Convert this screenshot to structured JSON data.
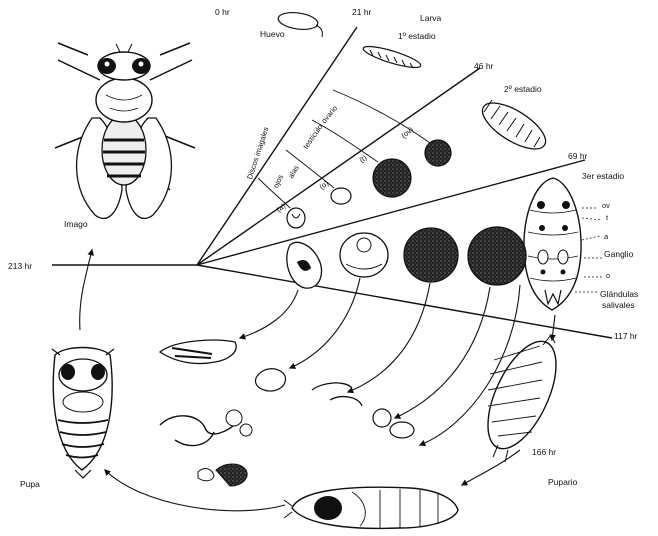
{
  "times": {
    "t0": "0 hr",
    "t21": "21 hr",
    "t46": "46 hr",
    "t69": "69 hr",
    "t117": "117 hr",
    "t166": "166 hr",
    "t213": "213 hr"
  },
  "stages": {
    "huevo": "Huevo",
    "larva": "Larva",
    "estadio1": "1º estadio",
    "estadio2": "2º estadio",
    "estadio3": "3er estadio",
    "imago": "Imago",
    "pupa": "Pupa",
    "pupario": "Pupario"
  },
  "larva_parts": {
    "ov": "ov",
    "t": "t",
    "a": "a",
    "ganglio": "Ganglio",
    "o": "o",
    "glandulas": "Glándulas",
    "salivales": "salivales"
  },
  "rays": {
    "discos": "Discos imagales",
    "ojos": "ojos",
    "alas": "alas",
    "testiculo": "testículo",
    "ovario": "ovario",
    "code_a": "(a)",
    "code_o": "(o)",
    "code_t": "(t)",
    "code_ov": "(ov)"
  }
}
